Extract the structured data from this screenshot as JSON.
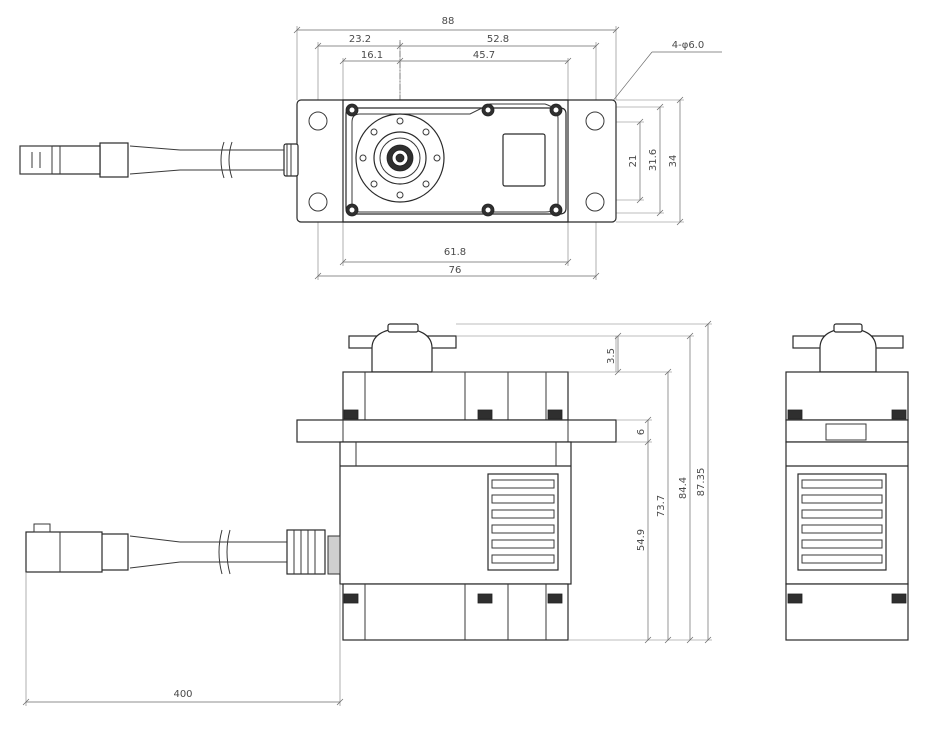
{
  "top_view": {
    "dims": {
      "overall_width": "88",
      "left_offset": "23.2",
      "right_offset": "52.8",
      "inner_left": "16.1",
      "inner_span": "45.7",
      "hole_spacing": "61.8",
      "body_length": "76",
      "height_inner": "21",
      "height_mid": "31.6",
      "height_outer": "34",
      "holes_note": "4-φ6.0"
    }
  },
  "side_view": {
    "dims": {
      "horn_offset": "3.5",
      "flange_thickness": "6",
      "lower_height": "54.9",
      "body_height": "73.7",
      "overall_height_a": "84.4",
      "overall_height_b": "87.35",
      "cable_length": "400"
    }
  },
  "colors": {
    "line": "#2a2a2a",
    "dimension": "#6a6a6a",
    "fill": "#ffffff"
  }
}
